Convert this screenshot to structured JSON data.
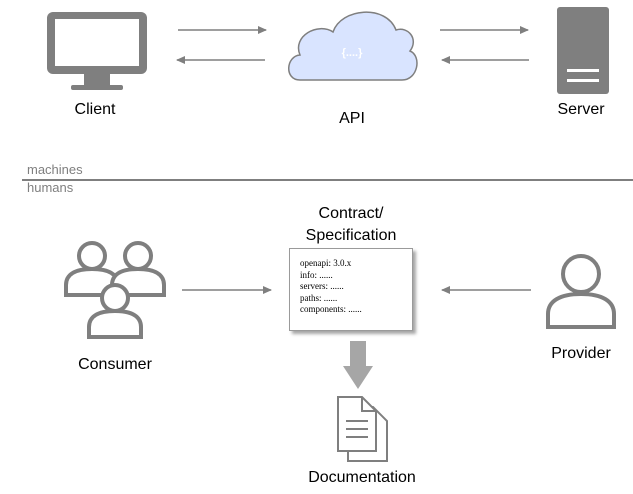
{
  "colors": {
    "icon": "#7f7f7f",
    "line": "#7f7f7f",
    "cloud_fill": "#d9e4ff",
    "cloud_stroke": "#7f7f7f"
  },
  "machines": {
    "client": {
      "label": "Client",
      "icon": "monitor-icon"
    },
    "api": {
      "label": "API",
      "icon": "cloud-icon",
      "cloud_text": "{....}"
    },
    "server": {
      "label": "Server",
      "icon": "server-icon"
    }
  },
  "divider": {
    "above": "machines",
    "below": "humans"
  },
  "humans": {
    "consumer": {
      "label": "Consumer",
      "icon": "users-group-icon"
    },
    "provider": {
      "label": "Provider",
      "icon": "user-icon"
    },
    "contract": {
      "title_line1": "Contract/",
      "title_line2": "Specification",
      "lines": [
        "openapi: 3.0.x",
        "info: ......",
        "servers: ......",
        "paths: ......",
        "components: ......"
      ]
    },
    "documentation": {
      "label": "Documentation",
      "icon": "documents-icon"
    }
  }
}
